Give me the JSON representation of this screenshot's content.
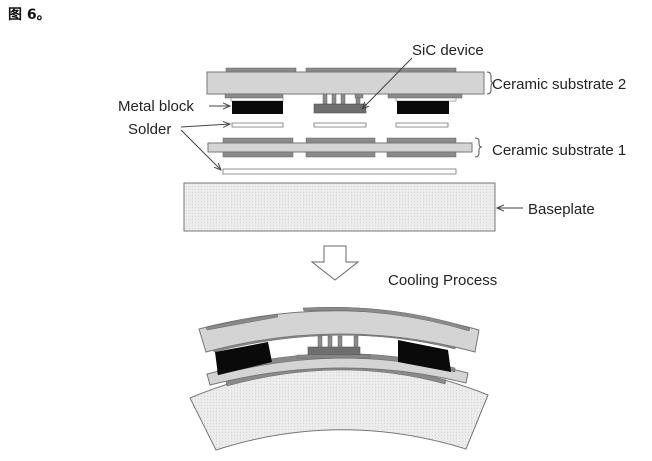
{
  "figure": {
    "title": "图 6。",
    "labels": {
      "sic_device": "SiC device",
      "ceramic_substrate_2": "Ceramic substrate 2",
      "metal_block": "Metal block",
      "solder": "Solder",
      "ceramic_substrate_1": "Ceramic substrate 1",
      "baseplate": "Baseplate",
      "cooling_process": "Cooling Process"
    },
    "colors": {
      "ceramic": "#d4d4d4",
      "copper_layer": "#8a8a8a",
      "metal_block": "#0a0a0a",
      "sic_device": "#6e6e6e",
      "solder": "#ffffff",
      "baseplate": "#ececec",
      "outline": "#777777"
    }
  }
}
